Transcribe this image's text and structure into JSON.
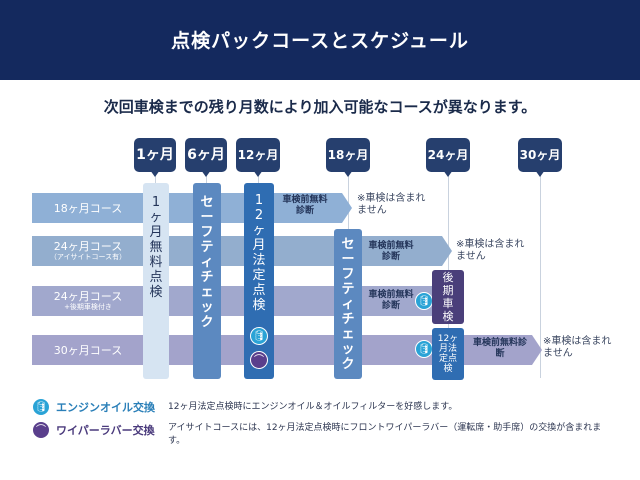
{
  "header": {
    "title": "点検パックコースとスケジュール"
  },
  "subtitle": "次回車検までの残り月数により加入可能なコースが異なります。",
  "timeline": [
    {
      "label": "1ヶ月"
    },
    {
      "label": "6ヶ月"
    },
    {
      "label": "12ヶ月"
    },
    {
      "label": "18ヶ月"
    },
    {
      "label": "24ヶ月"
    },
    {
      "label": "30ヶ月"
    }
  ],
  "rows": [
    {
      "label": "18ヶ月コース",
      "sub": "",
      "color": "#8aa6cb"
    },
    {
      "label": "24ヶ月コース",
      "sub": "（アイサイトコース有）",
      "color": "#91a8c8"
    },
    {
      "label": "24ヶ月コース",
      "sub": "+後期車検付き",
      "color": "#9aa4c6"
    },
    {
      "label": "30ヶ月コース",
      "sub": "",
      "color": "#9c9ec4"
    }
  ],
  "columns": {
    "one_month": "1ヶ月無料点検",
    "safety_1": "セーフティチェック",
    "twelve_month": "12ヶ月法定点検",
    "safety_2": "セーフティチェック",
    "late_inspection": "後期車検",
    "twelve_month_2": "12ヶ月法定点検"
  },
  "cells": {
    "pre_inspection_1": "車検前無料診断",
    "pre_inspection_2": "車検前無料診断",
    "pre_inspection_3": "車検前無料診断",
    "pre_inspection_4": "車検前無料診断"
  },
  "notes": {
    "not_included_1": "※車検は含まれません",
    "not_included_2": "※車検は含まれません",
    "not_included_3": "※車検は含まれません"
  },
  "legend": [
    {
      "icon": "oil-can-icon",
      "name": "エンジンオイル交換",
      "desc": "12ヶ月法定点検時にエンジンオイル＆オイルフィルターを好感します。",
      "color": "#2a7fb8"
    },
    {
      "icon": "wiper-icon",
      "name": "ワイパーラバー交換",
      "desc": "アイサイトコースには、12ヶ月法定点検時にフロントワイパーラバー（運転席・助手席）の交換が含まれます。",
      "color": "#4a3a7c"
    }
  ]
}
